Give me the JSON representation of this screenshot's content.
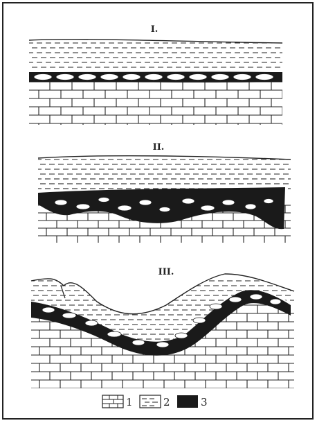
{
  "panels": [
    {
      "label": "I."
    },
    {
      "label": "II."
    },
    {
      "label": "III."
    }
  ],
  "legend": [
    {
      "key": "1",
      "pattern": "limestone-bricks-icon"
    },
    {
      "key": "2",
      "pattern": "dashed-clay-icon"
    },
    {
      "key": "3",
      "pattern": "solid-black-icon"
    }
  ],
  "colors": {
    "ink": "#222222",
    "background": "#ffffff"
  }
}
